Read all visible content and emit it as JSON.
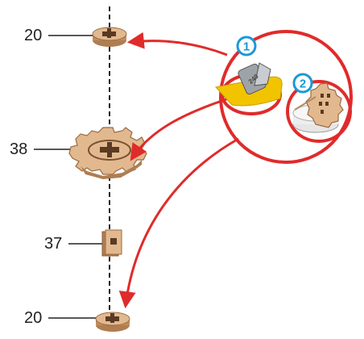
{
  "parts": [
    {
      "label": "20"
    },
    {
      "label": "38"
    },
    {
      "label": "37"
    },
    {
      "label": "20"
    }
  ],
  "steps": [
    {
      "number": "1",
      "icon": "sandpaper-icon",
      "paper_text": "240"
    },
    {
      "number": "2",
      "icon": "gear-on-wax-icon"
    }
  ],
  "colors": {
    "arrow": "#e02b2b",
    "step_badge": "#1a9ad6",
    "wood": "#e2b98f",
    "wood_dark": "#9a6a43",
    "sandpaper": "#f2c400"
  }
}
